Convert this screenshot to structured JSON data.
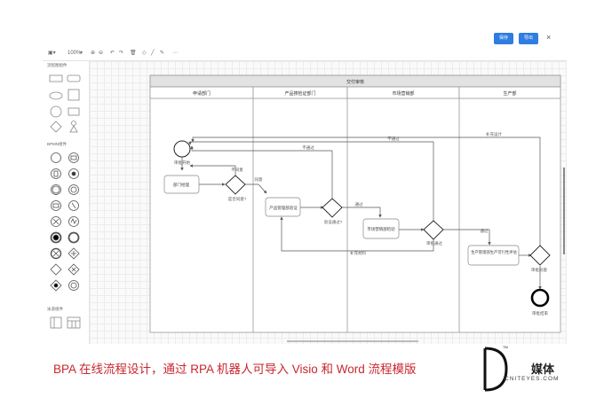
{
  "header": {
    "save_label": "保存",
    "export_label": "导出",
    "close_symbol": "×"
  },
  "toolbar": {
    "zoom": "100%"
  },
  "sidebar": {
    "section_flow": "流程图组件",
    "section_bpmn": "BPMN组件",
    "section_lane": "泳道组件"
  },
  "diagram": {
    "pool_title": "交付审核",
    "lanes": [
      "申请部门",
      "产品搜检证部门",
      "市场营销部",
      "生产部"
    ],
    "nodes": {
      "start": "审批开始",
      "dept_manager": "部门经理",
      "agree_q": "是否同意?",
      "disagree": "不同意",
      "agree": "同意",
      "product_review": "产品管理部验证",
      "verify_q": "验证通过?",
      "not_pass_top": "不通过",
      "not_pass_mid": "不通过",
      "pass1": "通过",
      "market_check": "市场营销部检验",
      "check_pass": "审批通过",
      "supplement": "补充材料",
      "pass2": "通过",
      "production_eval": "生产管理部生产可行性评估",
      "approve_ok": "审批同意",
      "supplement_design": "补充设计",
      "end": "审批结束"
    }
  },
  "caption": "BPA 在线流程设计，通过 RPA 机器人可导入 Visio 和 Word 流程模版",
  "logo": {
    "text": "媒体",
    "sub": "CNITEYES.COM",
    "tm": "TM"
  },
  "colors": {
    "accent": "#2f7de1",
    "caption": "#c8272e"
  }
}
